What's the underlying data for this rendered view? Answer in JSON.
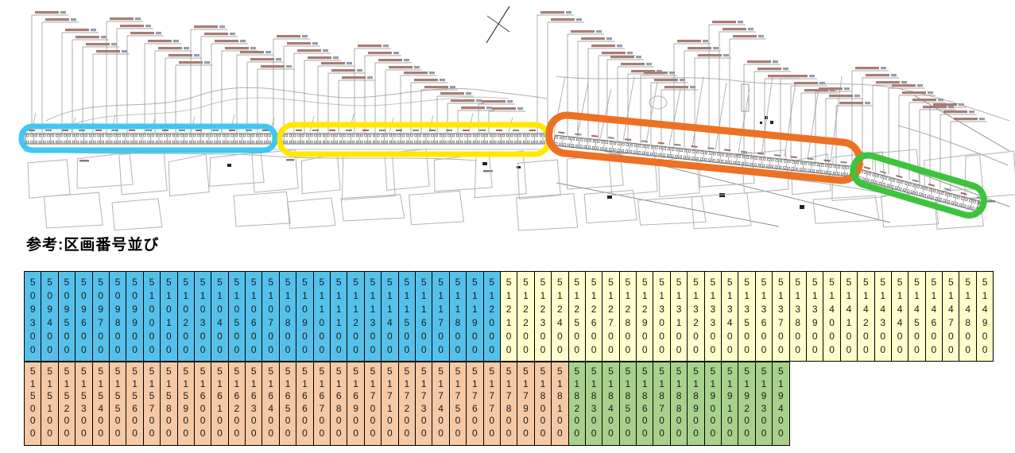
{
  "title": {
    "text": "参考:区画番号並び"
  },
  "drawing": {
    "description_names": [
      "plan-map",
      "road-strip",
      "leader-label-marks",
      "north-arrow"
    ],
    "highlights": [
      {
        "name": "section-1",
        "color": "#3fc8f2"
      },
      {
        "name": "section-2",
        "color": "#ffe800"
      },
      {
        "name": "section-3",
        "color": "#ed7124"
      },
      {
        "name": "section-4",
        "color": "#3cc43c"
      }
    ]
  },
  "table": {
    "border_color": "#000000",
    "text_color": "#1a1a1a",
    "rows": [
      {
        "segments": [
          {
            "color_name": "blue",
            "fill": "#55c1ea",
            "values": [
              "509300",
              "509400",
              "509500",
              "509600",
              "509700",
              "509800",
              "509900",
              "510000",
              "510100",
              "510200",
              "510300",
              "510400",
              "510500",
              "510600",
              "510700",
              "510800",
              "510900",
              "511000",
              "511100",
              "511200",
              "511300",
              "511400",
              "511500",
              "511600",
              "511700",
              "511800",
              "511900",
              "512000"
            ]
          },
          {
            "color_name": "pale-yellow",
            "fill": "#ffffcc",
            "values": [
              "512100",
              "512200",
              "512300",
              "512400",
              "512500",
              "512600",
              "512700",
              "512800",
              "512900",
              "513000",
              "513100",
              "513200",
              "513300",
              "513400",
              "513500",
              "513600",
              "513700",
              "513800",
              "513900",
              "514000",
              "514100",
              "514200",
              "514300",
              "514400",
              "514500",
              "514600",
              "514700",
              "514800",
              "514900"
            ]
          }
        ]
      },
      {
        "segments": [
          {
            "color_name": "salmon",
            "fill": "#f5c8a6",
            "values": [
              "515000",
              "515100",
              "515200",
              "515300",
              "515400",
              "515500",
              "515600",
              "515700",
              "515800",
              "515900",
              "516000",
              "516100",
              "516200",
              "516300",
              "516400",
              "516500",
              "516600",
              "516700",
              "516800",
              "516900",
              "517000",
              "517100",
              "517200",
              "517300",
              "517400",
              "517500",
              "517600",
              "517700",
              "517800",
              "517900",
              "518000",
              "518100"
            ]
          },
          {
            "color_name": "green",
            "fill": "#a9d18e",
            "values": [
              "518200",
              "518300",
              "518400",
              "518500",
              "518600",
              "518700",
              "518800",
              "518900",
              "519000",
              "519100",
              "519200",
              "519300",
              "519400"
            ]
          }
        ]
      }
    ]
  }
}
